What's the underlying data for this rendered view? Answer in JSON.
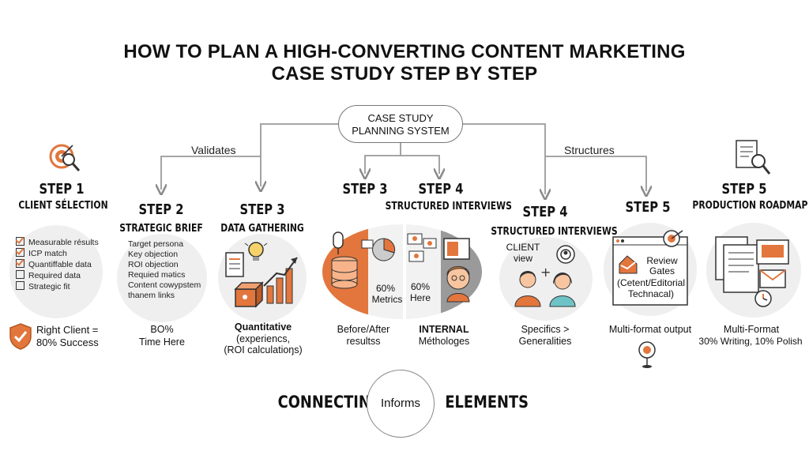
{
  "title": {
    "line1": "HOW TO PLAN A HIGH-CONVERTING CONTENT MARKETING",
    "line2": "CASE STUDY STEP BY STEP"
  },
  "hub": {
    "line1": "CASE STUDY",
    "line2": "PLANNING SYSTEM"
  },
  "flow_labels": {
    "left": "Validates",
    "right": "Structures"
  },
  "steps": [
    {
      "number": "STEP 1",
      "name": "CLIENT SÉLECTION",
      "checklist": [
        {
          "text": "Measurable résults",
          "checked": true
        },
        {
          "text": "ICP match",
          "checked": true
        },
        {
          "text": "Quantiffable data",
          "checked": true
        },
        {
          "text": "Required data",
          "checked": false
        },
        {
          "text": "Strategic fit",
          "checked": false
        }
      ],
      "caption_line1": "Right Client =",
      "caption_line2": "80% Success",
      "icon": "target-magnifier-icon"
    },
    {
      "number": "STEP 2",
      "name": "STRATEGIC BRIEF",
      "items": [
        "Target persona",
        "Key objection",
        "ROI objection",
        "Requied mətics",
        "Content cowypstem",
        "thanem links"
      ],
      "caption_line1": "BO%",
      "caption_line2": "Time Here"
    },
    {
      "number": "STEP 3",
      "name": "DATA GATHERING",
      "caption_line1": "Quantitative",
      "caption_line2": "(experiencs,",
      "caption_line3": "(ROI calculatioŋs)",
      "icon": "data-growth-icon"
    },
    {
      "number": "STEP 3",
      "pct": "60%",
      "pct_label": "Metrics",
      "caption_line1": "Before/After",
      "caption_line2": "resultss",
      "icon": "microphone-database-icon"
    },
    {
      "number": "STEP 4",
      "name": "STRUCTURED INTERVIEWS",
      "pct": "60%",
      "pct_label": "Here",
      "caption_line1": "INTERNAL",
      "caption_line2": "Méthologes",
      "icon": "interview-person-icon"
    },
    {
      "number": "STEP 4",
      "name": "STRUCTURED INTERVIEWS",
      "inner_line1": "CLIENT",
      "inner_line2": "view",
      "caption_line1": "Specifics >",
      "caption_line2": "Generalities",
      "icon": "people-gear-icon"
    },
    {
      "number": "STEP 5",
      "inner_line1": "Review",
      "inner_line2": "Gates",
      "inner_line3": "(Cetent/Editorial",
      "inner_line4": "Technacal)",
      "caption_line1": "Multi-format output",
      "icon": "review-gates-icon"
    },
    {
      "number": "STEP 5",
      "name": "PRODUCTION ROADMAP",
      "caption_line1": "Multi-Format",
      "caption_line2": "30% Writing, 10% Polish",
      "icon": "documents-icon"
    }
  ],
  "bottom": {
    "left": "CONNECTING",
    "center": "Informs",
    "right": "ELEMENTS"
  },
  "colors": {
    "accent": "#e2763d",
    "circle": "#efefef",
    "line": "#8a8a8a",
    "gray_panel": "#9a9a9a"
  }
}
